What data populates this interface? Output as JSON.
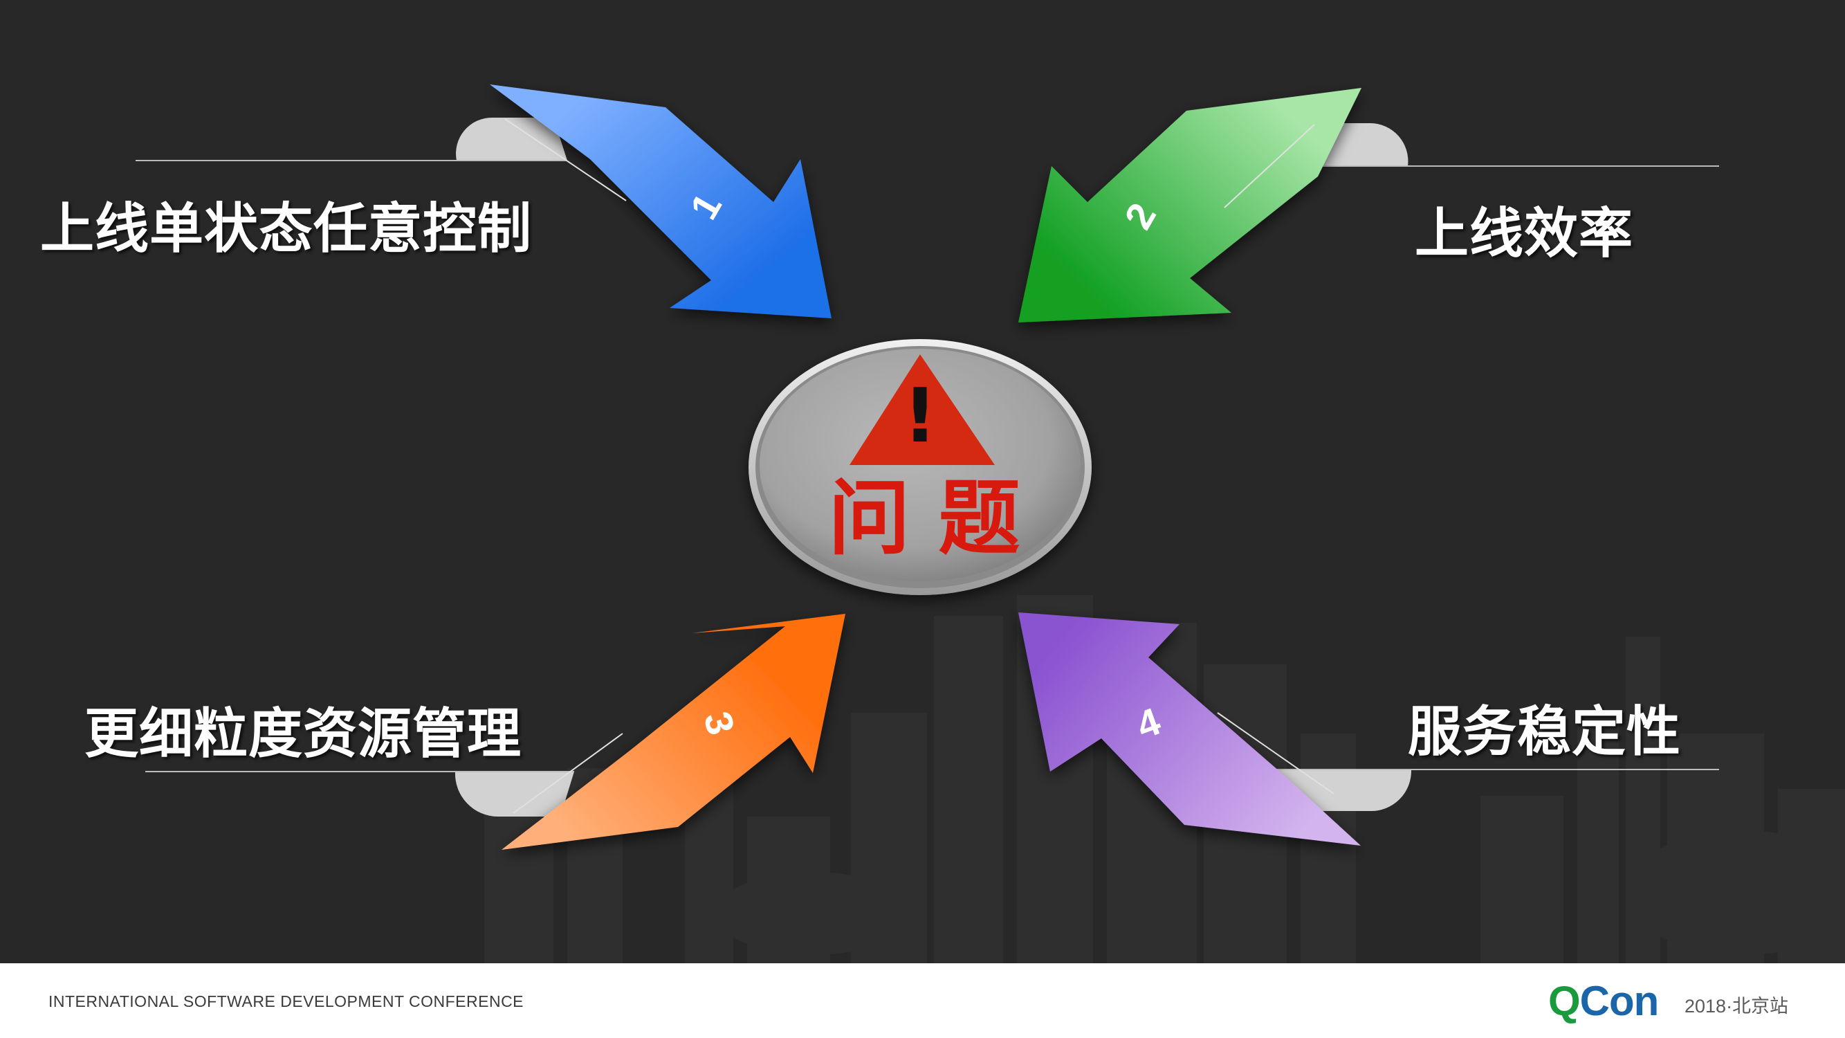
{
  "labels": {
    "top_left": "上线单状态任意控制",
    "top_right": "上线效率",
    "bottom_left": "更细粒度资源管理",
    "bottom_right": "服务稳定性"
  },
  "arrows": [
    {
      "number": "1",
      "color_light": "#7fb0ff",
      "color_dark": "#1f6fe8"
    },
    {
      "number": "2",
      "color_light": "#a8e6a8",
      "color_dark": "#12a024"
    },
    {
      "number": "3",
      "color_light": "#ffb07a",
      "color_dark": "#ff7010"
    },
    {
      "number": "4",
      "color_light": "#d4b4ee",
      "color_dark": "#8a52d0"
    }
  ],
  "center": {
    "warning_glyph": "!",
    "title": "问 题",
    "title_color": "#d8190e",
    "warning_color": "#d42a12"
  },
  "footer": {
    "conference": "INTERNATIONAL SOFTWARE DEVELOPMENT CONFERENCE",
    "logo_q": "Q",
    "logo_rest": "Con",
    "edition": "2018·北京站"
  }
}
